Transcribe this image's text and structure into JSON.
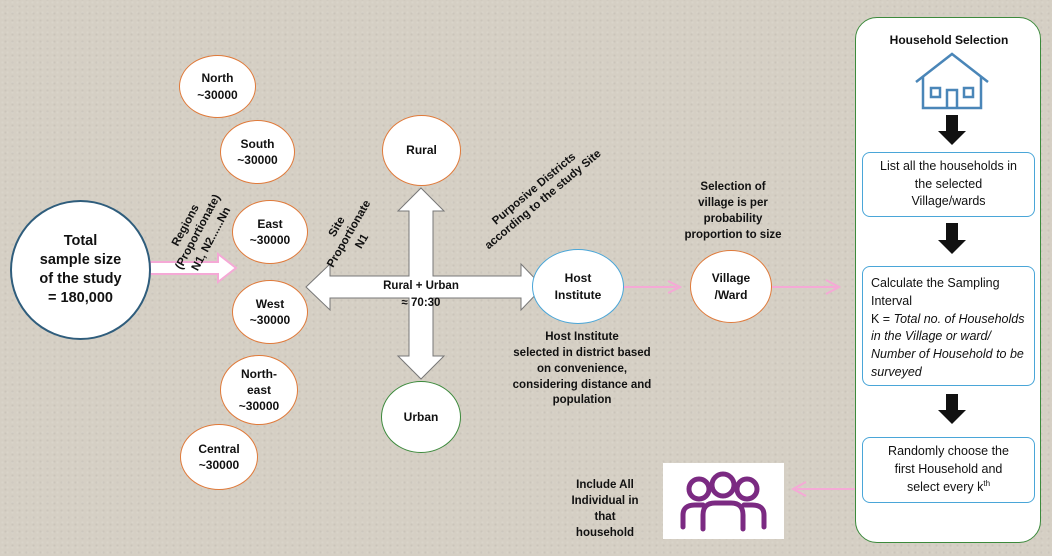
{
  "total": {
    "text": "Total\nsample size\nof the study\n= 180,000"
  },
  "regions_label": "Regions\n(Proportionate)\nN1, N2......Nn",
  "regions": [
    {
      "name": "North\n~30000"
    },
    {
      "name": "South\n~30000"
    },
    {
      "name": "East\n~30000"
    },
    {
      "name": "West\n~30000"
    },
    {
      "name": "North-\neast\n~30000"
    },
    {
      "name": "Central\n~30000"
    }
  ],
  "site_label": "Site\nProportionate\nN1",
  "rural": "Rural",
  "urban": "Urban",
  "rural_urban": "Rural + Urban\n≈ 70:30",
  "purposive_label": "Purposive Districts\naccording to the study Site",
  "host_institute": "Host\nInstitute",
  "host_note": "Host Institute\nselected in district based\non convenience,\nconsidering distance and\npopulation",
  "village_selection_note": "Selection of\nvillage is per\nprobability\nproportion  to size",
  "village_ward": "Village\n/Ward",
  "household_selection": {
    "title": "Household Selection",
    "step1": "List all the households in\nthe selected\nVillage/wards",
    "step2_line1": "Calculate the Sampling",
    "step2_line2": "Interval",
    "step2_k": "K = ",
    "step2_formula": "Total no. of Households in the Village or ward/ Number of Household to be surveyed",
    "step3_text": "Randomly choose the\nfirst Household and\nselect every k",
    "step3_sup": "th"
  },
  "include_note": "Include All\nIndividual in\nthat\nhousehold",
  "colors": {
    "background": "#d5cfc4",
    "orange_border": "#e07a3a",
    "blue_border": "#4aa6d8",
    "green_border": "#3c8a3c",
    "pink_arrow": "#f5a9d6",
    "people_icon": "#7b2a82",
    "house_icon": "#4a86b8"
  }
}
